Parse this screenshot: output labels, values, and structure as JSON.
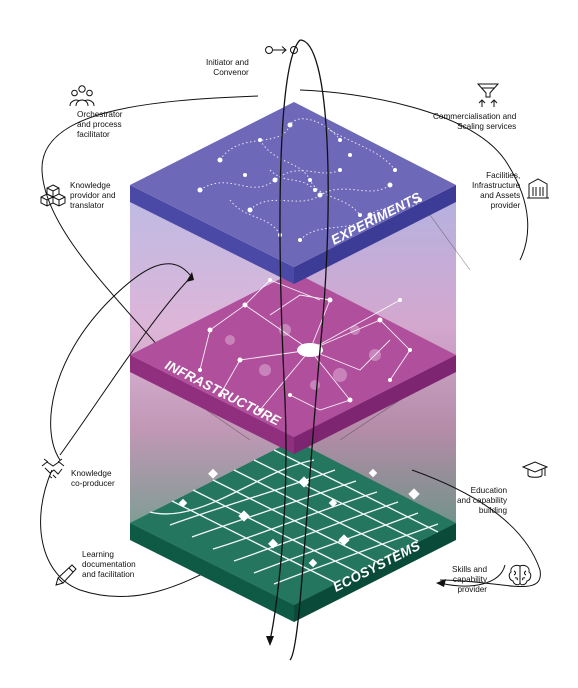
{
  "layers": {
    "top": "EXPERIMENTS",
    "middle": "INFRASTRUCTURE",
    "bottom": "ECOSYSTEMS"
  },
  "roles": {
    "initiator": [
      "Initiator and",
      "Convenor"
    ],
    "orchestrator": [
      "Orchestrator",
      "and process",
      "facilitator"
    ],
    "knowledge_translator": [
      "Knowledge",
      "providor and",
      "translator"
    ],
    "commercialisation": [
      "Commercialisation and",
      "Scaling services"
    ],
    "facilities": [
      "Facilities,",
      "Infrastructure",
      "and Assets",
      "provider"
    ],
    "co_producer": [
      "Knowledge",
      "co-producer"
    ],
    "learning": [
      "Learning",
      "documentation",
      "and facilitation"
    ],
    "education": [
      "Education",
      "and capability",
      "building"
    ],
    "skills": [
      "Skills and",
      "capability",
      "provider"
    ]
  },
  "colors": {
    "experiments_top": "#6d68b8",
    "experiments_side": "#4a4aa6",
    "infrastructure_top": "#b04f9c",
    "infrastructure_side": "#8f2f7e",
    "ecosystems_top": "#25765f",
    "ecosystems_side": "#0e5a45"
  },
  "icons": {
    "initiator": "flow-arrow-icon",
    "orchestrator": "people-group-icon",
    "knowledge_translator": "cubes-icon",
    "commercialisation": "funnel-icon",
    "facilities": "building-icon",
    "co_producer": "handshake-icon",
    "learning": "pencil-icon",
    "education": "graduation-cap-icon",
    "skills": "brain-icon"
  }
}
